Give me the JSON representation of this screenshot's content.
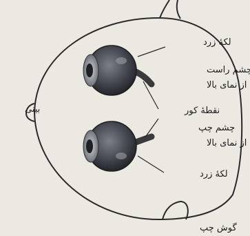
{
  "labels": {
    "yellow_spot_top": "لکهٔ زرد",
    "right_eye_line1": "چشم راست",
    "right_eye_line2": "از نمای بالا",
    "blind_spot": "نقطهٔ کور",
    "left_eye_line1": "چشم چپ",
    "left_eye_line2": "از نمای بالا",
    "yellow_spot_bottom": "لکهٔ زرد",
    "nose": "بینی",
    "left_ear": "گوش چپ"
  },
  "colors": {
    "background": "#ece9e3",
    "outline": "#2a2a2a",
    "eyeball": "#3d3f45",
    "iris": "#1f2023"
  }
}
